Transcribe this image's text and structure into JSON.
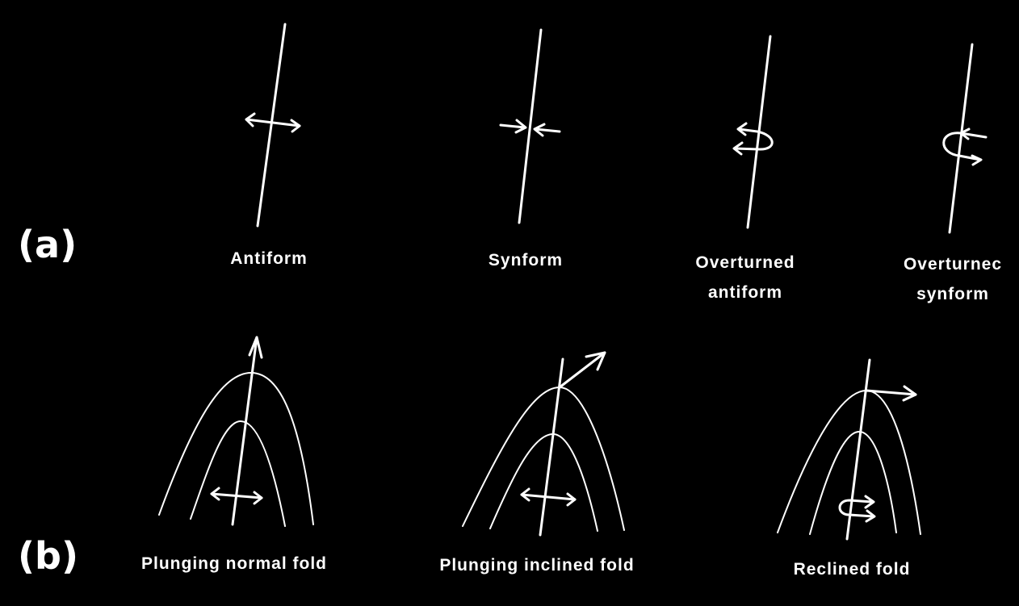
{
  "colors": {
    "background": "#000000",
    "stroke": "#ffffff"
  },
  "row_a": {
    "label": "(a)",
    "symbols": [
      {
        "id": "antiform",
        "line1": "Antiform",
        "line2": ""
      },
      {
        "id": "synform",
        "line1": "Synform",
        "line2": ""
      },
      {
        "id": "overturned-antiform",
        "line1": "Overturned",
        "line2": "antiform"
      },
      {
        "id": "overturned-synform",
        "line1": "Overturnec",
        "line2": "synform"
      }
    ]
  },
  "row_b": {
    "label": "(b)",
    "folds": [
      {
        "id": "plunging-normal-fold",
        "caption": "Plunging normal fold"
      },
      {
        "id": "plunging-inclined-fold",
        "caption": "Plunging inclined fold"
      },
      {
        "id": "reclined-fold",
        "caption": "Reclined fold"
      }
    ]
  }
}
